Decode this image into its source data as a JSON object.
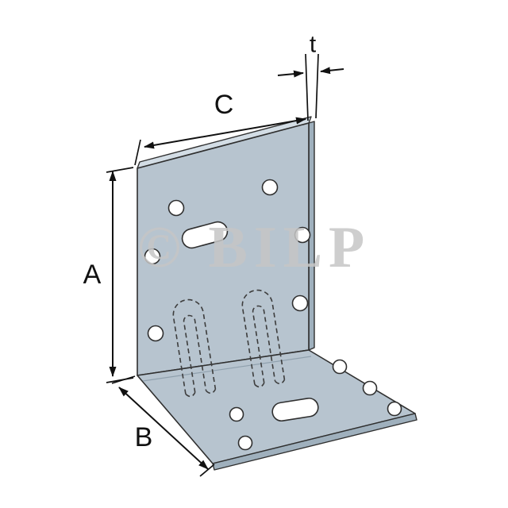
{
  "diagram": {
    "title": "angle-bracket-dimension-diagram",
    "watermark": "© BILP",
    "labels": {
      "height": "A",
      "depth": "B",
      "width": "C",
      "thickness": "t"
    }
  },
  "colors": {
    "background": "#ffffff",
    "metal": "#b7c4cf",
    "metal_light": "#d3dde5",
    "metal_dark": "#9fb0bd",
    "outline": "#2f2f2f",
    "dimension": "#111111",
    "watermark": "#c6c6c6"
  }
}
